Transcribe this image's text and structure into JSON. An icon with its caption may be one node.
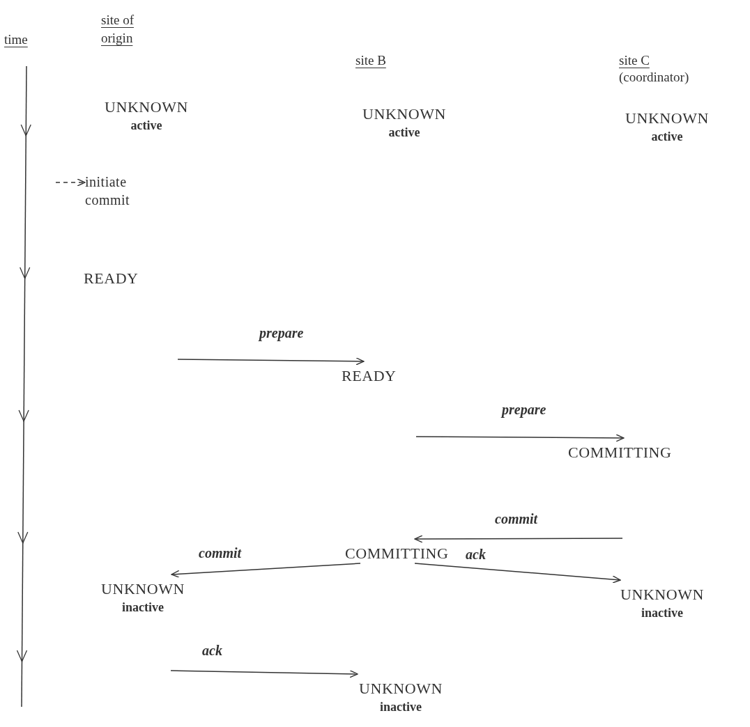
{
  "diagram": {
    "nodes": [
      {
        "text": [
          "UNKNOWN",
          "active"
        ]
      },
      {
        "text": [
          "UNKNOWN",
          "active"
        ]
      },
      {
        "text": [
          "UNKNOWN",
          "active"
        ]
      },
      {
        "text": [
          "initiate commit"
        ]
      },
      {
        "text": [
          "READY"
        ]
      },
      {
        "text": [
          "READY"
        ]
      },
      {
        "text": [
          "COMMITTING"
        ]
      },
      {
        "text": [
          "COMMITTING"
        ]
      },
      {
        "text": [
          "UNKNOWN",
          "inactive"
        ]
      },
      {
        "text": [
          "UNKNOWN",
          "inactive"
        ]
      },
      {
        "text": [
          "UNKNOWN",
          "inactive"
        ]
      }
    ],
    "edges": [
      {
        "from": null,
        "to": 3,
        "arrow": "to",
        "style": "dashed"
      },
      {
        "from": null,
        "to": 5,
        "arrow": "to",
        "label": "prepare"
      },
      {
        "from": null,
        "to": 6,
        "arrow": "to",
        "label": "prepare"
      },
      {
        "from": null,
        "to": 7,
        "arrow": "to",
        "label": "commit"
      },
      {
        "from": 7,
        "to": 8,
        "arrow": "to",
        "label": "commit"
      },
      {
        "from": 7,
        "to": 9,
        "arrow": "to",
        "label": "ack"
      },
      {
        "from": null,
        "to": 10,
        "arrow": "to",
        "label": "ack"
      }
    ],
    "labels": [
      "time",
      "site of origin",
      "site B",
      "site C",
      "(coordinator)"
    ]
  }
}
